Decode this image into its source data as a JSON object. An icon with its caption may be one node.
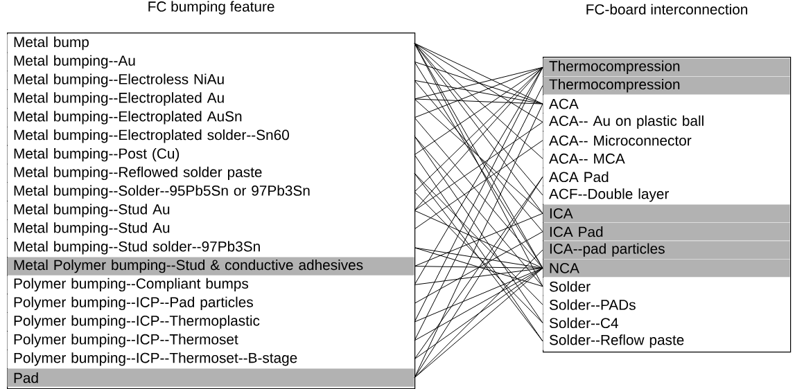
{
  "diagram": {
    "nodes": [
      {
        "text": [
          "FC bumping feature"
        ]
      },
      {
        "text": [
          "Metal bump"
        ],
        "in": 0
      },
      {
        "text": [
          "Metal bumping--Au"
        ],
        "in": 0
      },
      {
        "text": [
          "Metal bumping--Electroless NiAu"
        ],
        "in": 0
      },
      {
        "text": [
          "Metal bumping--Electroplated Au"
        ],
        "in": 0
      },
      {
        "text": [
          "Metal bumping--Electroplated AuSn"
        ],
        "in": 0
      },
      {
        "text": [
          "Metal bumping--Electroplated solder--Sn60"
        ],
        "in": 0
      },
      {
        "text": [
          "Metal bumping--Post (Cu)"
        ],
        "in": 0
      },
      {
        "text": [
          "Metal bumping--Reflowed solder paste"
        ],
        "in": 0
      },
      {
        "text": [
          "Metal bumping--Solder--95Pb5Sn or 97Pb3Sn"
        ],
        "in": 0
      },
      {
        "text": [
          "Metal bumping--Stud Au"
        ],
        "in": 0
      },
      {
        "text": [
          "Metal bumping--Stud Au"
        ],
        "in": 0
      },
      {
        "text": [
          "Metal bumping--Stud solder--97Pb3Sn"
        ],
        "in": 0
      },
      {
        "text": [
          "Metal Polymer bumping--Stud & conductive adhesives"
        ],
        "in": 0
      },
      {
        "text": [
          "Polymer bumping--Compliant bumps"
        ],
        "in": 0
      },
      {
        "text": [
          "Polymer bumping--ICP--Pad particles"
        ],
        "in": 0
      },
      {
        "text": [
          "Polymer bumping--ICP--Thermoplastic"
        ],
        "in": 0
      },
      {
        "text": [
          "Polymer bumping--ICP--Thermoset"
        ],
        "in": 0
      },
      {
        "text": [
          "Polymer bumping--ICP--Thermoset--B-stage"
        ],
        "in": 0
      },
      {
        "text": [
          "Pad"
        ],
        "in": 0
      },
      {
        "text": [
          "FC-board interconnection"
        ]
      },
      {
        "text": [
          "Thermocompression"
        ],
        "in": 20
      },
      {
        "text": [
          "Thermocompression"
        ],
        "in": 20
      },
      {
        "text": [
          "ACA"
        ],
        "in": 20
      },
      {
        "text": [
          "ACA-- Au on plastic ball"
        ],
        "in": 20
      },
      {
        "text": [
          "ACA-- Microconnector"
        ],
        "in": 20
      },
      {
        "text": [
          "ACA-- MCA"
        ],
        "in": 20
      },
      {
        "text": [
          "ACA Pad"
        ],
        "in": 20
      },
      {
        "text": [
          "ACF--Double layer"
        ],
        "in": 20
      },
      {
        "text": [
          "ICA"
        ],
        "in": 20
      },
      {
        "text": [
          "ICA Pad"
        ],
        "in": 20
      },
      {
        "text": [
          "ICA--pad particles"
        ],
        "in": 20
      },
      {
        "text": [
          "NCA"
        ],
        "in": 20
      },
      {
        "text": [
          "Solder"
        ],
        "in": 20
      },
      {
        "text": [
          "Solder--PADs"
        ],
        "in": 20
      },
      {
        "text": [
          "Solder--C4"
        ],
        "in": 20
      },
      {
        "text": [
          "Solder--Reflow paste"
        ],
        "in": 20
      }
    ],
    "edges": [
      {
        "from": 1,
        "to": 23,
        "arrow": "none"
      },
      {
        "from": 1,
        "to": 24,
        "arrow": "none"
      },
      {
        "from": 1,
        "to": 26,
        "arrow": "none"
      },
      {
        "from": 1,
        "to": 28,
        "arrow": "none"
      },
      {
        "from": 1,
        "to": 29,
        "arrow": "none"
      },
      {
        "from": 1,
        "to": 32,
        "arrow": "none"
      },
      {
        "from": 1,
        "to": 33,
        "arrow": "none"
      },
      {
        "from": 2,
        "to": 23,
        "arrow": "none"
      },
      {
        "from": 2,
        "to": 32,
        "arrow": "none"
      },
      {
        "from": 3,
        "to": 23,
        "arrow": "none"
      },
      {
        "from": 3,
        "to": 30,
        "arrow": "none"
      },
      {
        "from": 4,
        "to": 21,
        "arrow": "none"
      },
      {
        "from": 4,
        "to": 23,
        "arrow": "none"
      },
      {
        "from": 4,
        "to": 29,
        "arrow": "none"
      },
      {
        "from": 5,
        "to": 21,
        "arrow": "none"
      },
      {
        "from": 5,
        "to": 32,
        "arrow": "none"
      },
      {
        "from": 6,
        "to": 33,
        "arrow": "none"
      },
      {
        "from": 6,
        "to": 35,
        "arrow": "none"
      },
      {
        "from": 7,
        "to": 21,
        "arrow": "none"
      },
      {
        "from": 7,
        "to": 36,
        "arrow": "none"
      },
      {
        "from": 8,
        "to": 34,
        "arrow": "none"
      },
      {
        "from": 8,
        "to": 36,
        "arrow": "none"
      },
      {
        "from": 9,
        "to": 21,
        "arrow": "none"
      },
      {
        "from": 9,
        "to": 35,
        "arrow": "none"
      },
      {
        "from": 10,
        "to": 21,
        "arrow": "none"
      },
      {
        "from": 10,
        "to": 24,
        "arrow": "none"
      },
      {
        "from": 10,
        "to": 32,
        "arrow": "none"
      },
      {
        "from": 11,
        "to": 25,
        "arrow": "none"
      },
      {
        "from": 12,
        "to": 33,
        "arrow": "none"
      },
      {
        "from": 12,
        "to": 32,
        "arrow": "none"
      },
      {
        "from": 13,
        "to": 29,
        "arrow": "none"
      },
      {
        "from": 13,
        "to": 32,
        "arrow": "none"
      },
      {
        "from": 14,
        "to": 21,
        "arrow": "none"
      },
      {
        "from": 14,
        "to": 32,
        "arrow": "none"
      },
      {
        "from": 15,
        "to": 30,
        "arrow": "none"
      },
      {
        "from": 16,
        "to": 21,
        "arrow": "none"
      },
      {
        "from": 16,
        "to": 32,
        "arrow": "none"
      },
      {
        "from": 17,
        "to": 22,
        "arrow": "none"
      },
      {
        "from": 17,
        "to": 32,
        "arrow": "none"
      },
      {
        "from": 18,
        "to": 27,
        "arrow": "none"
      },
      {
        "from": 18,
        "to": 32,
        "arrow": "none"
      },
      {
        "from": 19,
        "to": 23,
        "arrow": "none"
      },
      {
        "from": 19,
        "to": 27,
        "arrow": "none"
      },
      {
        "from": 19,
        "to": 31,
        "arrow": "none"
      },
      {
        "from": 19,
        "to": 32,
        "arrow": "none"
      }
    ]
  }
}
